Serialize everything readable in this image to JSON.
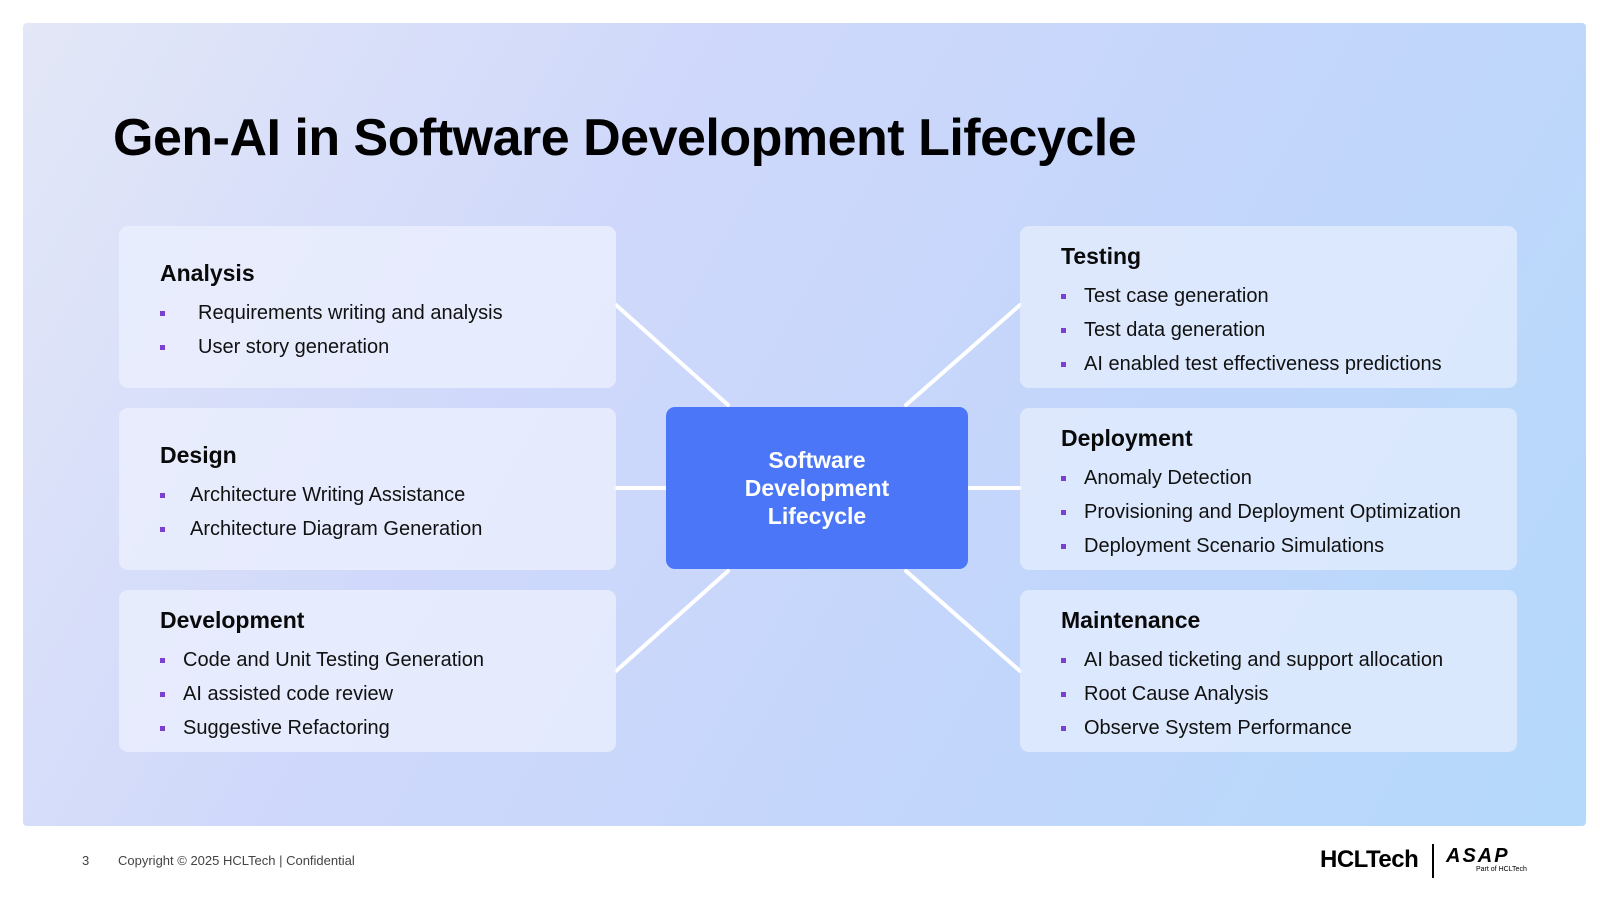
{
  "title": "Gen-AI in Software Development Lifecycle",
  "center": {
    "label": "Software Development Lifecycle"
  },
  "cards": {
    "analysis": {
      "heading": "Analysis",
      "items": [
        "Requirements writing and analysis",
        "User story generation"
      ]
    },
    "design": {
      "heading": "Design",
      "items": [
        "Architecture Writing Assistance",
        "Architecture Diagram Generation"
      ]
    },
    "development": {
      "heading": "Development",
      "items": [
        "Code and Unit Testing Generation",
        "AI assisted code review",
        "Suggestive Refactoring"
      ]
    },
    "testing": {
      "heading": "Testing",
      "items": [
        "Test case generation",
        "Test data generation",
        "AI enabled test effectiveness predictions"
      ]
    },
    "deployment": {
      "heading": "Deployment",
      "items": [
        "Anomaly Detection",
        "Provisioning and Deployment Optimization",
        "Deployment Scenario Simulations"
      ]
    },
    "maintenance": {
      "heading": "Maintenance",
      "items": [
        "AI based ticketing and support allocation",
        "Root Cause Analysis",
        "Observe System Performance"
      ]
    }
  },
  "footer": {
    "page_number": "3",
    "copyright": "Copyright © 2025 HCLTech | Confidential",
    "logo_primary": "HCLTech",
    "logo_secondary": "ASAP",
    "logo_secondary_sub": "Part of HCLTech"
  },
  "colors": {
    "center_box": "#4a76f7",
    "bullet": "#7b3fd1",
    "connector": "#ffffff"
  },
  "icons": {
    "bullet": "square-bullet-icon"
  }
}
